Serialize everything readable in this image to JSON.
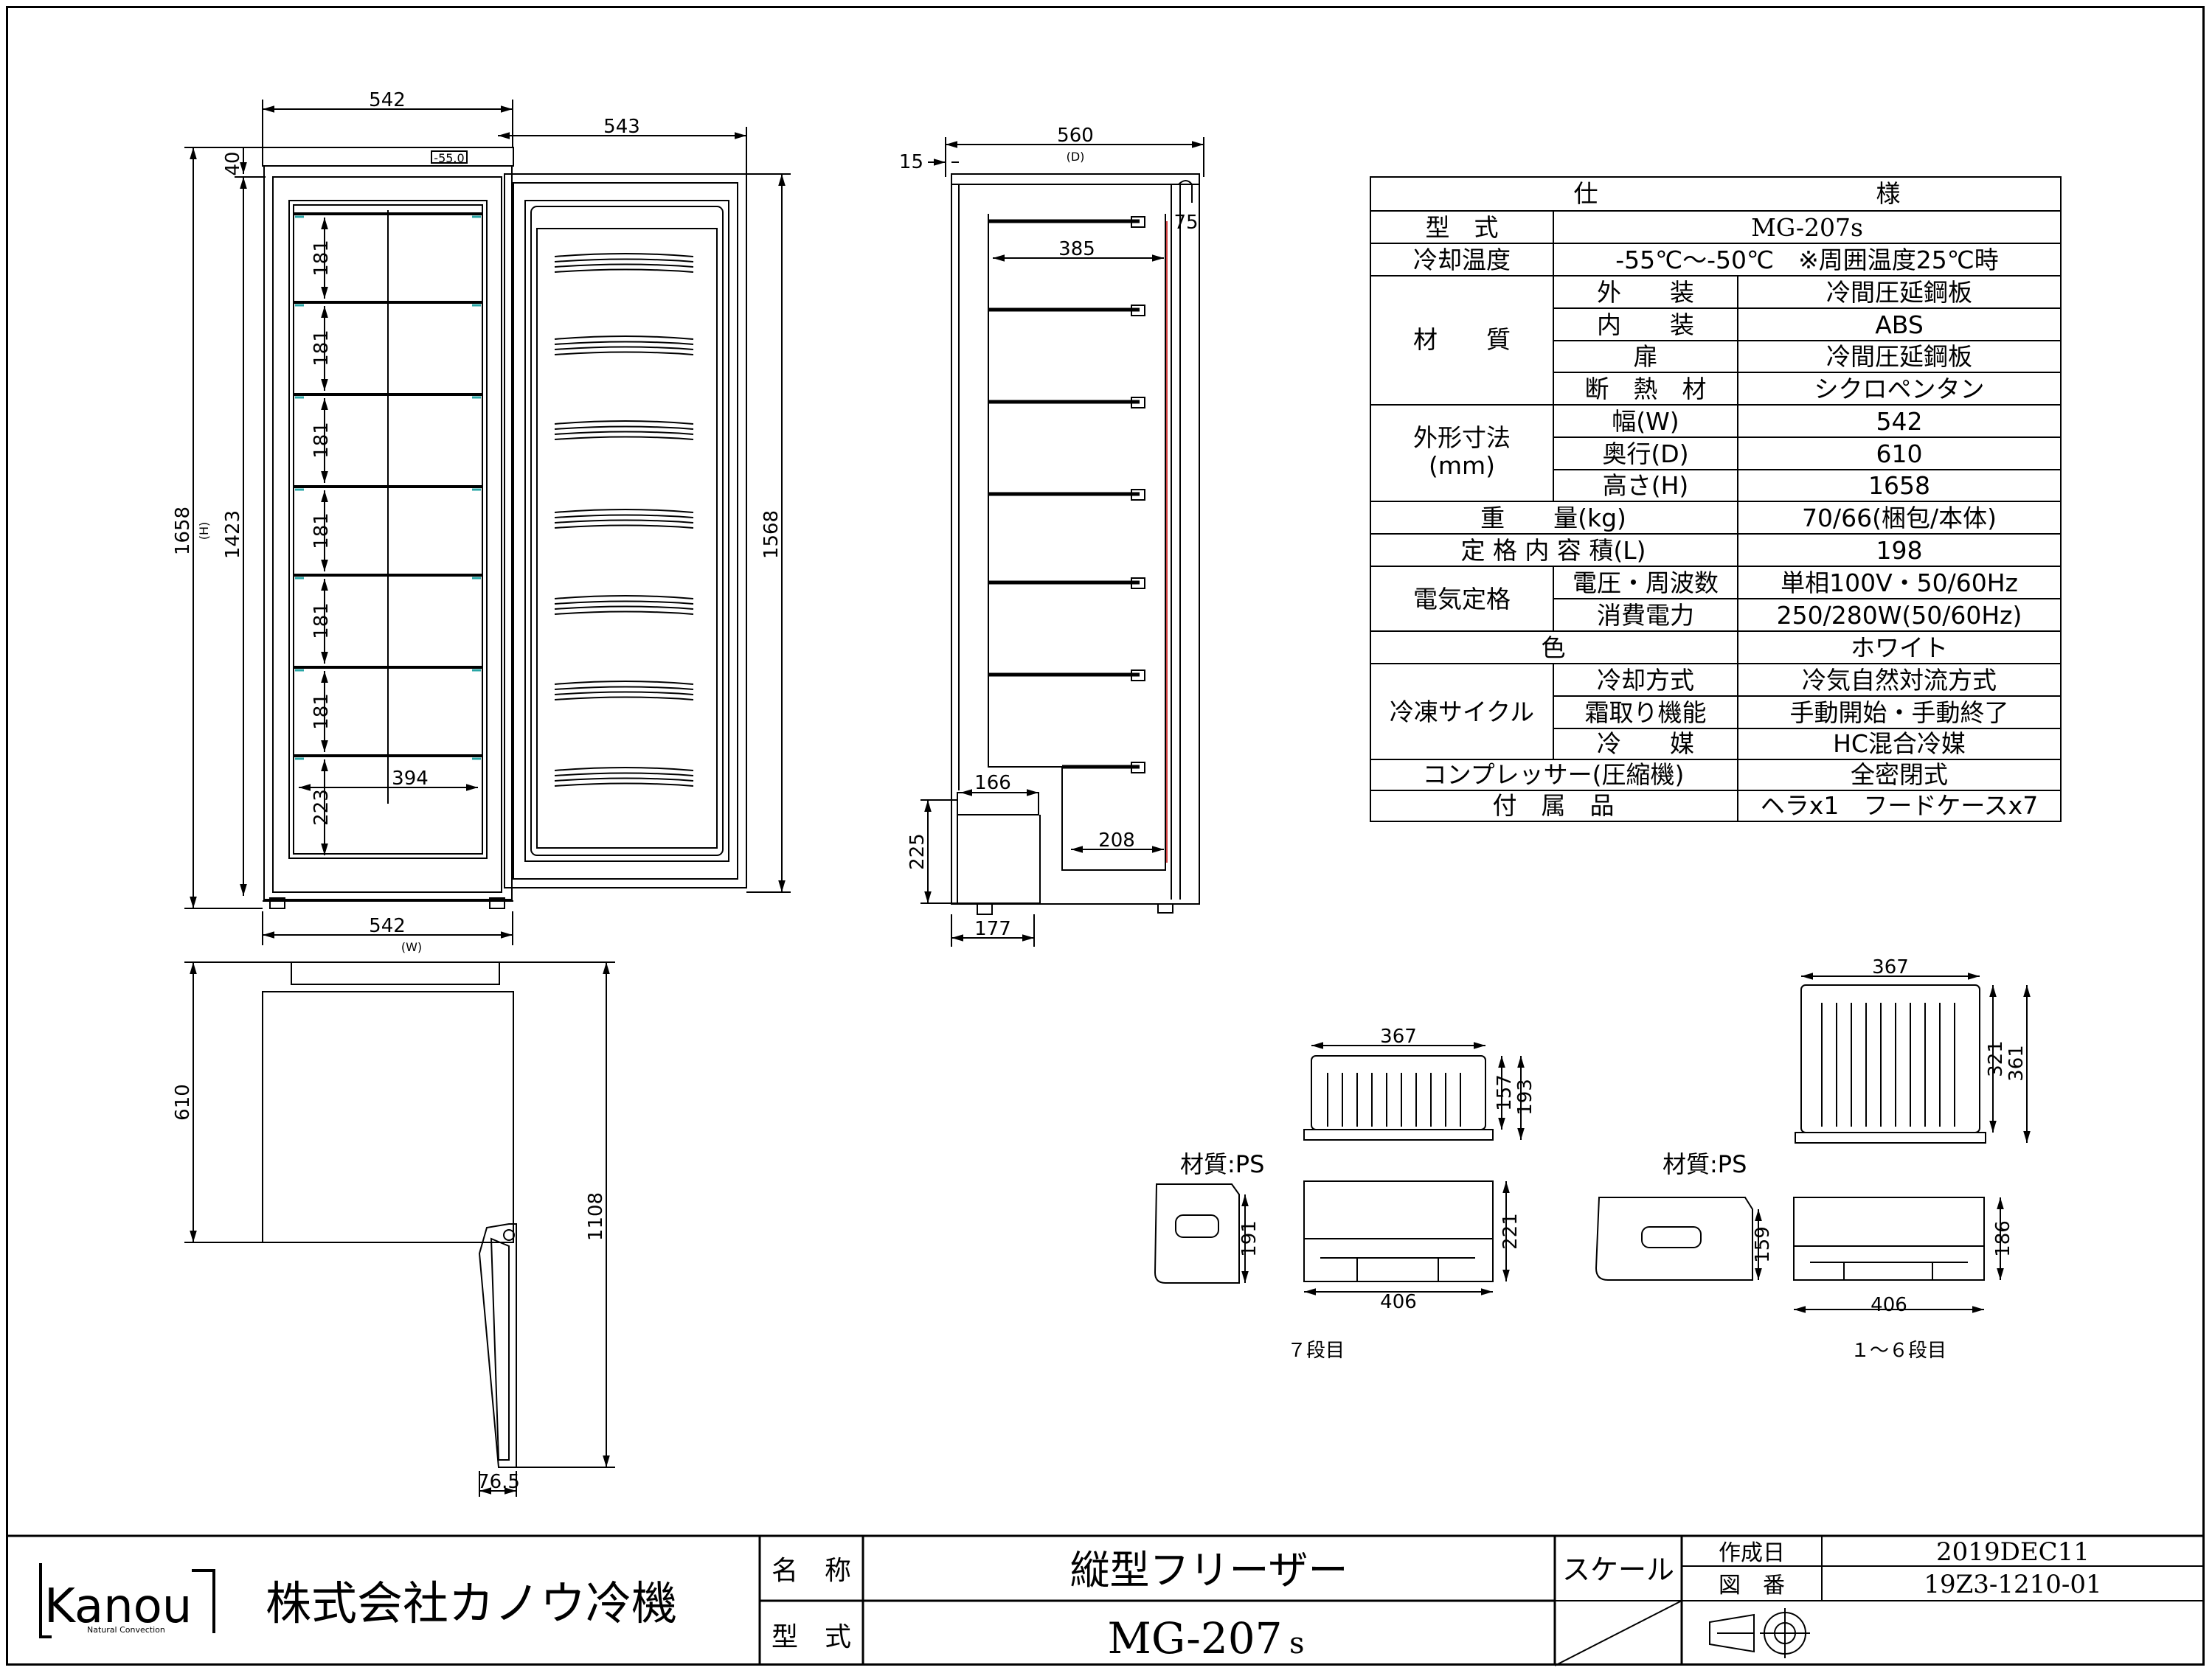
{
  "front_view": {
    "width_top": "542",
    "door_width": "543",
    "top_height": "40",
    "total_height": "1658",
    "total_height_sub": "(H)",
    "inner_height": "1423",
    "door_height": "1568",
    "shelf_gap": "181",
    "bottom_gap": "223",
    "inner_width": "394",
    "width_bottom": "542",
    "width_bottom_sub": "(W)",
    "display_text": "-55.0"
  },
  "side_view": {
    "offset": "15",
    "depth": "560",
    "depth_sub": "(D)",
    "gap": "75",
    "inner_depth": "385",
    "step_width": "166",
    "step_height": "225",
    "bottom_width": "208",
    "foot_width": "177"
  },
  "top_view": {
    "depth": "610",
    "open_depth": "1108",
    "hinge": "76.5"
  },
  "spec_table": {
    "header_left": "仕",
    "header_right": "様",
    "rows": {
      "model_label": "型　式",
      "model_value": "MG-207s",
      "temp_label": "冷却温度",
      "temp_value": "-55℃～-50℃　※周囲温度25℃時",
      "material_label": "材　　質",
      "exterior_label": "外　　装",
      "exterior_value": "冷間圧延鋼板",
      "interior_label": "内　　装",
      "interior_value": "ABS",
      "door_label": "扉",
      "door_value": "冷間圧延鋼板",
      "insulation_label": "断　熱　材",
      "insulation_value": "シクロペンタン",
      "size_label": "外形寸法",
      "size_unit": "(mm)",
      "width_label": "幅(W)",
      "width_value": "542",
      "depth_label": "奥行(D)",
      "depth_value": "610",
      "height_label": "高さ(H)",
      "height_value": "1658",
      "weight_label": "重　　量(kg)",
      "weight_value": "70/66(梱包/本体)",
      "capacity_label": "定 格 内 容 積(L)",
      "capacity_value": "198",
      "elec_label": "電気定格",
      "voltage_label": "電圧・周波数",
      "voltage_value": "単相100V・50/60Hz",
      "power_label": "消費電力",
      "power_value": "250/280W(50/60Hz)",
      "color_label": "色",
      "color_value": "ホワイト",
      "cycle_label": "冷凍サイクル",
      "cooling_label": "冷却方式",
      "cooling_value": "冷気自然対流方式",
      "defrost_label": "霜取り機能",
      "defrost_value": "手動開始・手動終了",
      "refrig_label": "冷　　媒",
      "refrig_value": "HC混合冷媒",
      "comp_label": "コンプレッサー(圧縮機)",
      "comp_value": "全密閉式",
      "acc_label": "付　属　品",
      "acc_value": "ヘラx1　フードケースx7"
    }
  },
  "case_7": {
    "width": "367",
    "h1": "157",
    "h2": "193",
    "material": "材質:PS",
    "side_h": "191",
    "front_h": "221",
    "bottom_w": "406",
    "caption": "７段目"
  },
  "case_1_6": {
    "width": "367",
    "h1": "321",
    "h2": "361",
    "material": "材質:PS",
    "side_h": "159",
    "front_h": "186",
    "bottom_w": "406",
    "caption": "１～６段目"
  },
  "title_block": {
    "logo": "Kanou",
    "logo_sub": "Natural Convection",
    "company": "株式会社カノウ冷機",
    "name_label": "名　称",
    "name_value": "縦型フリーザー",
    "model_label": "型　式",
    "model_value": "MG-207",
    "model_suffix": "s",
    "scale_label": "スケール",
    "date_label": "作成日",
    "date_value": "2019DEC11",
    "dwg_label": "図　番",
    "dwg_value": "19Z3-1210-01"
  }
}
